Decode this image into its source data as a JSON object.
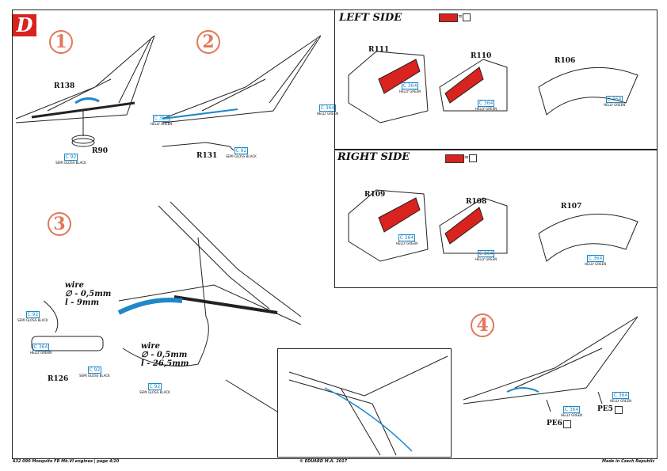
{
  "section_badge": "D",
  "steps": [
    {
      "number": "1",
      "labels": [
        "R138",
        "R90"
      ],
      "color_codes": [
        {
          "code": "C 364",
          "name": "HELLY GREEN"
        },
        {
          "code": "C 92",
          "name": "SEMI GLOSS BLACK"
        }
      ]
    },
    {
      "number": "2",
      "labels": [
        "R131"
      ],
      "color_codes": [
        {
          "code": "C 364",
          "name": "HELLY GREEN"
        },
        {
          "code": "C 92",
          "name": "SEMI GLOSS BLACK"
        }
      ]
    },
    {
      "number": "3",
      "labels": [
        "R126"
      ],
      "wires": [
        {
          "title": "wire",
          "diameter": "∅ - 0,5mm",
          "length": "l - 9mm"
        },
        {
          "title": "wire",
          "diameter": "∅ - 0,5mm",
          "length": "l - 26,5mm"
        }
      ],
      "color_codes": [
        {
          "code": "C 92",
          "name": "SEMI GLOSS BLACK"
        },
        {
          "code": "C 364",
          "name": "HELLY GREEN"
        },
        {
          "code": "C 92",
          "name": "SEMI GLOSS BLACK"
        },
        {
          "code": "C 92",
          "name": "SEMI GLOSS BLACK"
        }
      ]
    },
    {
      "number": "4",
      "labels": [
        "PE5",
        "PE6"
      ],
      "color_codes": [
        {
          "code": "C 364",
          "name": "HELLY GREEN"
        },
        {
          "code": "C 364",
          "name": "HELLY GREEN"
        }
      ]
    }
  ],
  "left_side": {
    "title": "LEFT SIDE",
    "swatch_eq": "=",
    "parts": [
      {
        "label": "R111",
        "color_code": "C 364",
        "color_name": "HELLY GREEN"
      },
      {
        "label": "R110",
        "color_code": "C 364",
        "color_name": "HELLY GREEN"
      },
      {
        "label": "R106",
        "color_code": "C 364",
        "color_name": "HELLY GREEN"
      }
    ]
  },
  "right_side": {
    "title": "RIGHT SIDE",
    "swatch_eq": "=",
    "parts": [
      {
        "label": "R109",
        "color_code": "C 364",
        "color_name": "HELLY GREEN"
      },
      {
        "label": "R108",
        "color_code": "C 364",
        "color_name": "HELLY GREEN"
      },
      {
        "label": "R107",
        "color_code": "C 364",
        "color_name": "HELLY GREEN"
      }
    ]
  },
  "footer": {
    "left": "632 090  Mosquito FB Mk.VI engines  |  page 4/20",
    "center": "© EDUARD  M.A. 2017",
    "right": "Made in Czech Republic"
  },
  "colors": {
    "accent_red": "#d8231e",
    "step_orange": "#e0785a",
    "highlight_blue": "#1e88c9"
  }
}
